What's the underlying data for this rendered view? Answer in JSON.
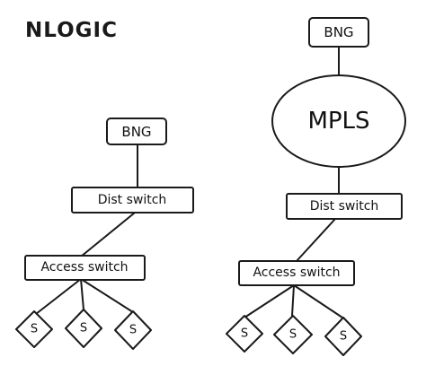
{
  "logo": {
    "text": "NLOGIC"
  },
  "left_topology": {
    "bng_label": "BNG",
    "dist_label": "Dist switch",
    "access_label": "Access switch",
    "subscriber_labels": [
      "S",
      "S",
      "S"
    ]
  },
  "right_topology": {
    "bng_label": "BNG",
    "mpls_label": "MPLS",
    "dist_label": "Dist switch",
    "access_label": "Access switch",
    "subscriber_labels": [
      "S",
      "S",
      "S"
    ]
  }
}
